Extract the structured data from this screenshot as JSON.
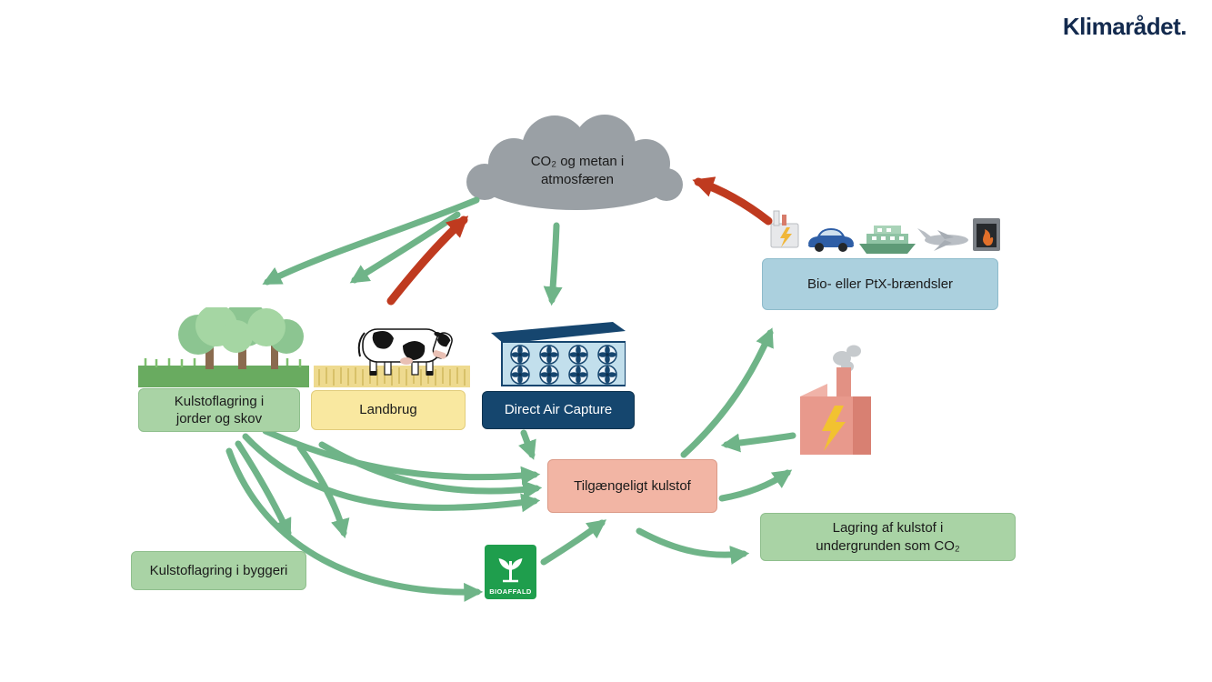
{
  "header": {
    "logo": "Klimarådet."
  },
  "atmosphere": {
    "label": "CO₂ og metan i\natmosfæren"
  },
  "nodes": {
    "soil_forest": {
      "label": "Kulstoflagring i\njorder og skov"
    },
    "agriculture": {
      "label": "Landbrug"
    },
    "dac": {
      "label": "Direct Air Capture"
    },
    "fuels": {
      "label": "Bio- eller PtX-brændsler"
    },
    "available_carbon": {
      "label": "Tilgængeligt kulstof"
    },
    "underground_storage": {
      "label": "Lagring af kulstof i\nundergrunden som CO₂"
    },
    "building_storage": {
      "label": "Kulstoflagring i byggeri"
    },
    "biowaste": {
      "label": "BIOAFFALD"
    }
  },
  "icons": {
    "fuel_users": [
      "factory-icon",
      "car-icon",
      "ship-icon",
      "airplane-icon",
      "fireplace-icon"
    ]
  },
  "colors": {
    "green_box": "#a9d3a5",
    "yellow_box": "#f9e8a0",
    "navy_box": "#15466e",
    "light_blue_box": "#abd0de",
    "pink_box": "#f2b5a4",
    "arrow_green": "#6fb488",
    "arrow_red": "#bf3a1f",
    "cloud_gray": "#9aa0a5",
    "logo_navy": "#132a4e",
    "biowaste_green": "#1f9e4d"
  }
}
